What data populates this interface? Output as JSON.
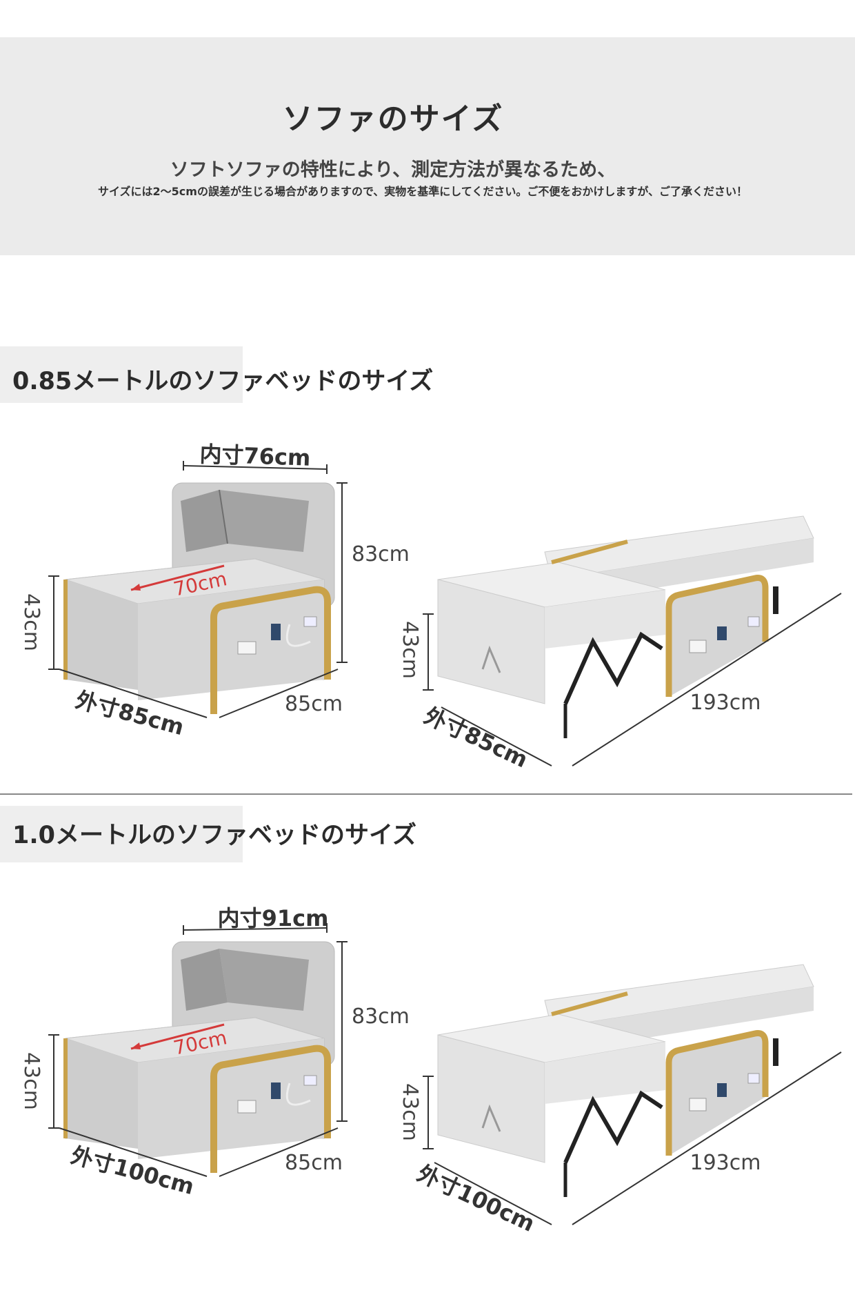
{
  "banner": {
    "title": "ソファのサイズ",
    "subtitle": "ソフトソファの特性により、測定方法が異なるため、",
    "note": "サイズには2～5cmの誤差が生じる場合がありますので、実物を基準にしてください。ご不便をおかけしますが、ご了承ください！"
  },
  "sections": [
    {
      "title": "0.85メートルのソファベッドのサイズ",
      "chair": {
        "inner": "内寸76cm",
        "height": "83cm",
        "seat_height": "43cm",
        "seat_depth": "70cm",
        "outer": "外寸85cm",
        "depth": "85cm"
      },
      "bed": {
        "height": "43cm",
        "length": "193cm",
        "outer": "外寸85cm"
      }
    },
    {
      "title": "1.0メートルのソファベッドのサイズ",
      "chair": {
        "inner": "内寸91cm",
        "height": "83cm",
        "seat_height": "43cm",
        "seat_depth": "70cm",
        "outer": "外寸100cm",
        "depth": "85cm"
      },
      "bed": {
        "height": "43cm",
        "length": "193cm",
        "outer": "外寸100cm"
      }
    }
  ],
  "colors": {
    "fabric": "#d2d2d2",
    "gold": "#c9a24a",
    "dimension_red": "#d43a3a",
    "frame": "#222222"
  }
}
